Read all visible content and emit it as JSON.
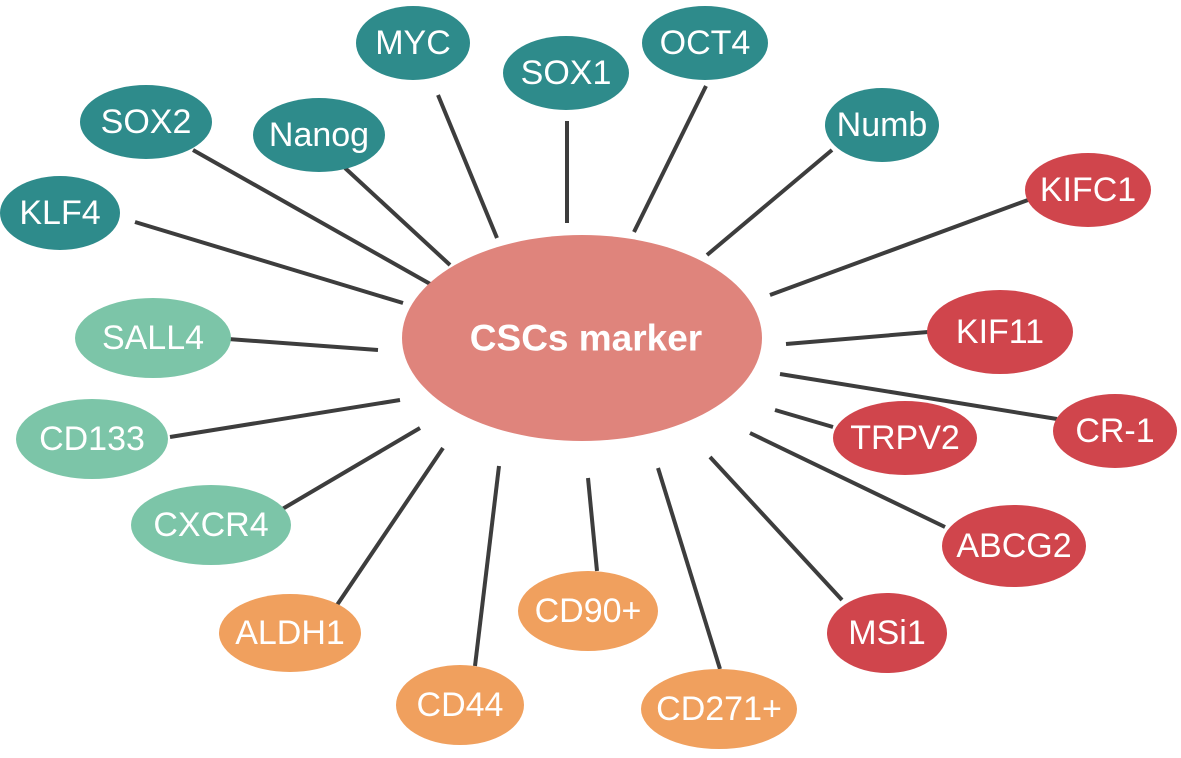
{
  "colors": {
    "teal": "#2E8B8B",
    "mint": "#7CC5A8",
    "orange": "#F0A05E",
    "red": "#D0454C",
    "center": "#DF847C",
    "edge": "#3d3d3d"
  },
  "center": {
    "label": "CSCs marker"
  },
  "nodes": [
    {
      "id": "myc",
      "label": "MYC",
      "group": "teal"
    },
    {
      "id": "sox1",
      "label": "SOX1",
      "group": "teal"
    },
    {
      "id": "oct4",
      "label": "OCT4",
      "group": "teal"
    },
    {
      "id": "sox2",
      "label": "SOX2",
      "group": "teal"
    },
    {
      "id": "nanog",
      "label": "Nanog",
      "group": "teal"
    },
    {
      "id": "numb",
      "label": "Numb",
      "group": "teal"
    },
    {
      "id": "klf4",
      "label": "KLF4",
      "group": "teal"
    },
    {
      "id": "sall4",
      "label": "SALL4",
      "group": "mint"
    },
    {
      "id": "cd133",
      "label": "CD133",
      "group": "mint"
    },
    {
      "id": "cxcr4",
      "label": "CXCR4",
      "group": "mint"
    },
    {
      "id": "aldh1",
      "label": "ALDH1",
      "group": "orange"
    },
    {
      "id": "cd44",
      "label": "CD44",
      "group": "orange"
    },
    {
      "id": "cd90",
      "label": "CD90+",
      "group": "orange"
    },
    {
      "id": "cd271",
      "label": "CD271+",
      "group": "orange"
    },
    {
      "id": "kifc1",
      "label": "KIFC1",
      "group": "red"
    },
    {
      "id": "kif11",
      "label": "KIF11",
      "group": "red"
    },
    {
      "id": "cr1",
      "label": "CR-1",
      "group": "red"
    },
    {
      "id": "trpv2",
      "label": "TRPV2",
      "group": "red"
    },
    {
      "id": "abcg2",
      "label": "ABCG2",
      "group": "red"
    },
    {
      "id": "msi1",
      "label": "MSi1",
      "group": "red"
    }
  ]
}
